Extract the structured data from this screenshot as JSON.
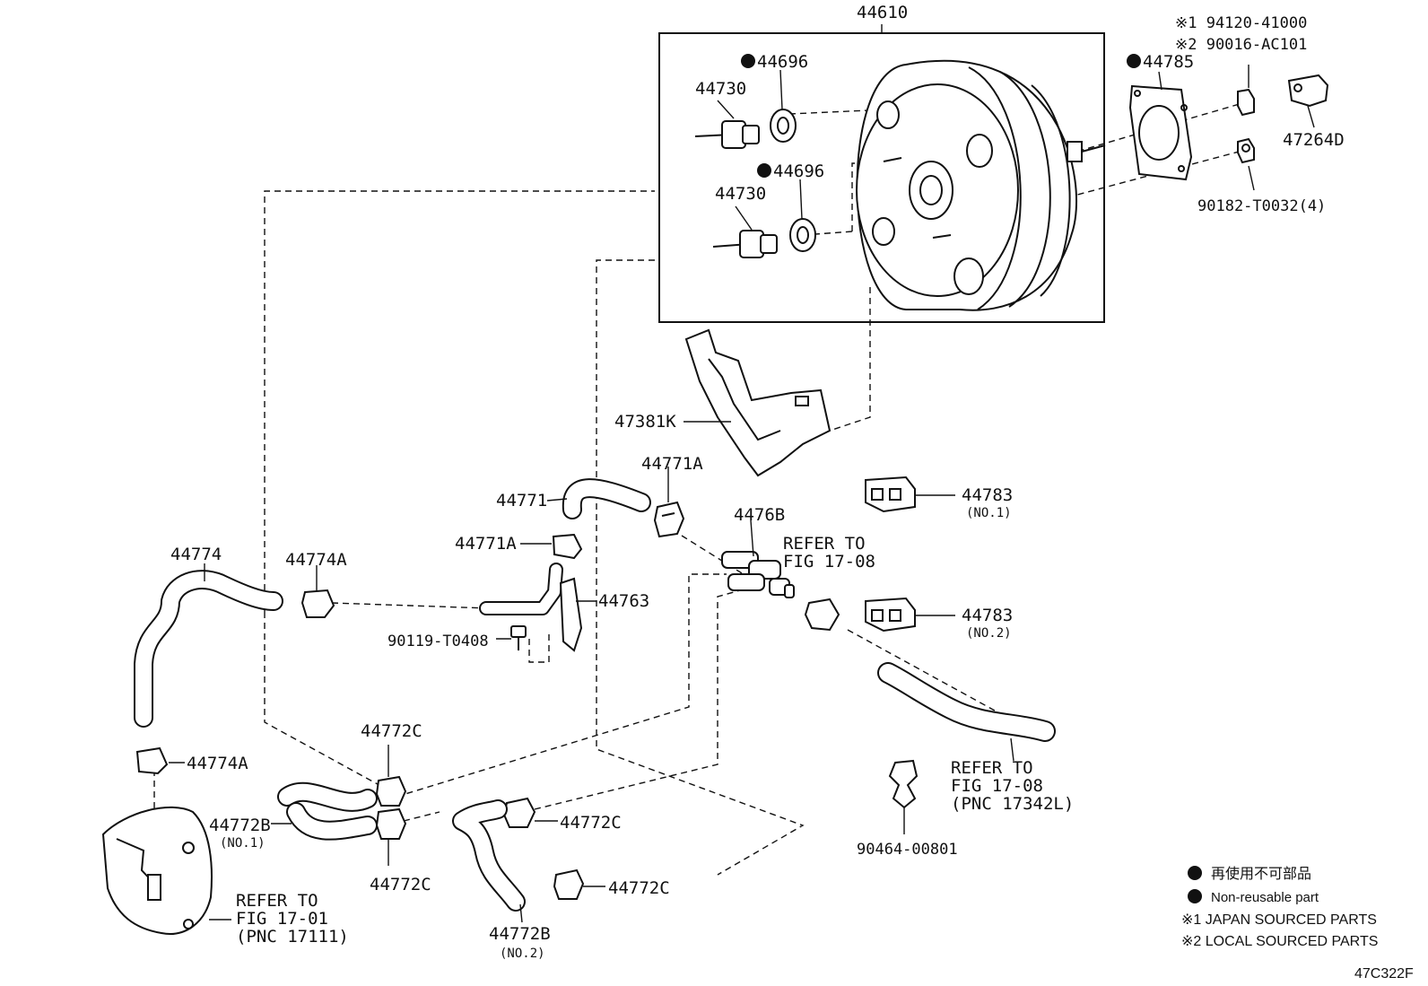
{
  "labels": {
    "booster": "44610",
    "check_valve_upper": "44730",
    "check_valve_lower": "44730",
    "grommet_upper": "44696",
    "grommet_lower": "44696",
    "gasket": "44785",
    "note1": "※1 94120-41000",
    "note2": "※2 90016-AC101",
    "clevis": "47264D",
    "nut": "90182-T0032(4)",
    "bracket": "47381K",
    "hose_44771": "44771",
    "clip_44771a_top": "44771A",
    "clip_44771a_left": "44771A",
    "union": "4476B",
    "refer_17_08_top": "REFER TO",
    "refer_17_08_top_b": "FIG 17-08",
    "clamp_44783_no1": "44783",
    "clamp_44783_no1_sub": "(NO.1)",
    "clamp_44783_no2": "44783",
    "clamp_44783_no2_sub": "(NO.2)",
    "hose_44774": "44774",
    "clip_44774a_top": "44774A",
    "clip_44774a_bottom": "44774A",
    "pipe_44763": "44763",
    "bolt": "90119-T0408",
    "clip_44772c_a": "44772C",
    "clip_44772c_b": "44772C",
    "clip_44772c_c": "44772C",
    "clip_44772c_d": "44772C",
    "hose_44772b_no1": "44772B",
    "hose_44772b_no1_sub": "(NO.1)",
    "hose_44772b_no2": "44772B",
    "hose_44772b_no2_sub": "(NO.2)",
    "refer_17_01_a": "REFER TO",
    "refer_17_01_b": "FIG 17-01",
    "refer_17_01_c": "(PNC 17111)",
    "refer_17_08_b_a": "REFER TO",
    "refer_17_08_b_b": "FIG 17-08",
    "refer_17_08_b_c": "(PNC 17342L)",
    "clip_90464": "90464-00801"
  },
  "legend": {
    "jp_nonreusable": "再使用不可部品",
    "nonreusable": "Non-reusable part",
    "japan_sourced": "※1 JAPAN SOURCED PARTS",
    "local_sourced": "※2 LOCAL SOURCED PARTS"
  },
  "figure_code": "47C322F"
}
